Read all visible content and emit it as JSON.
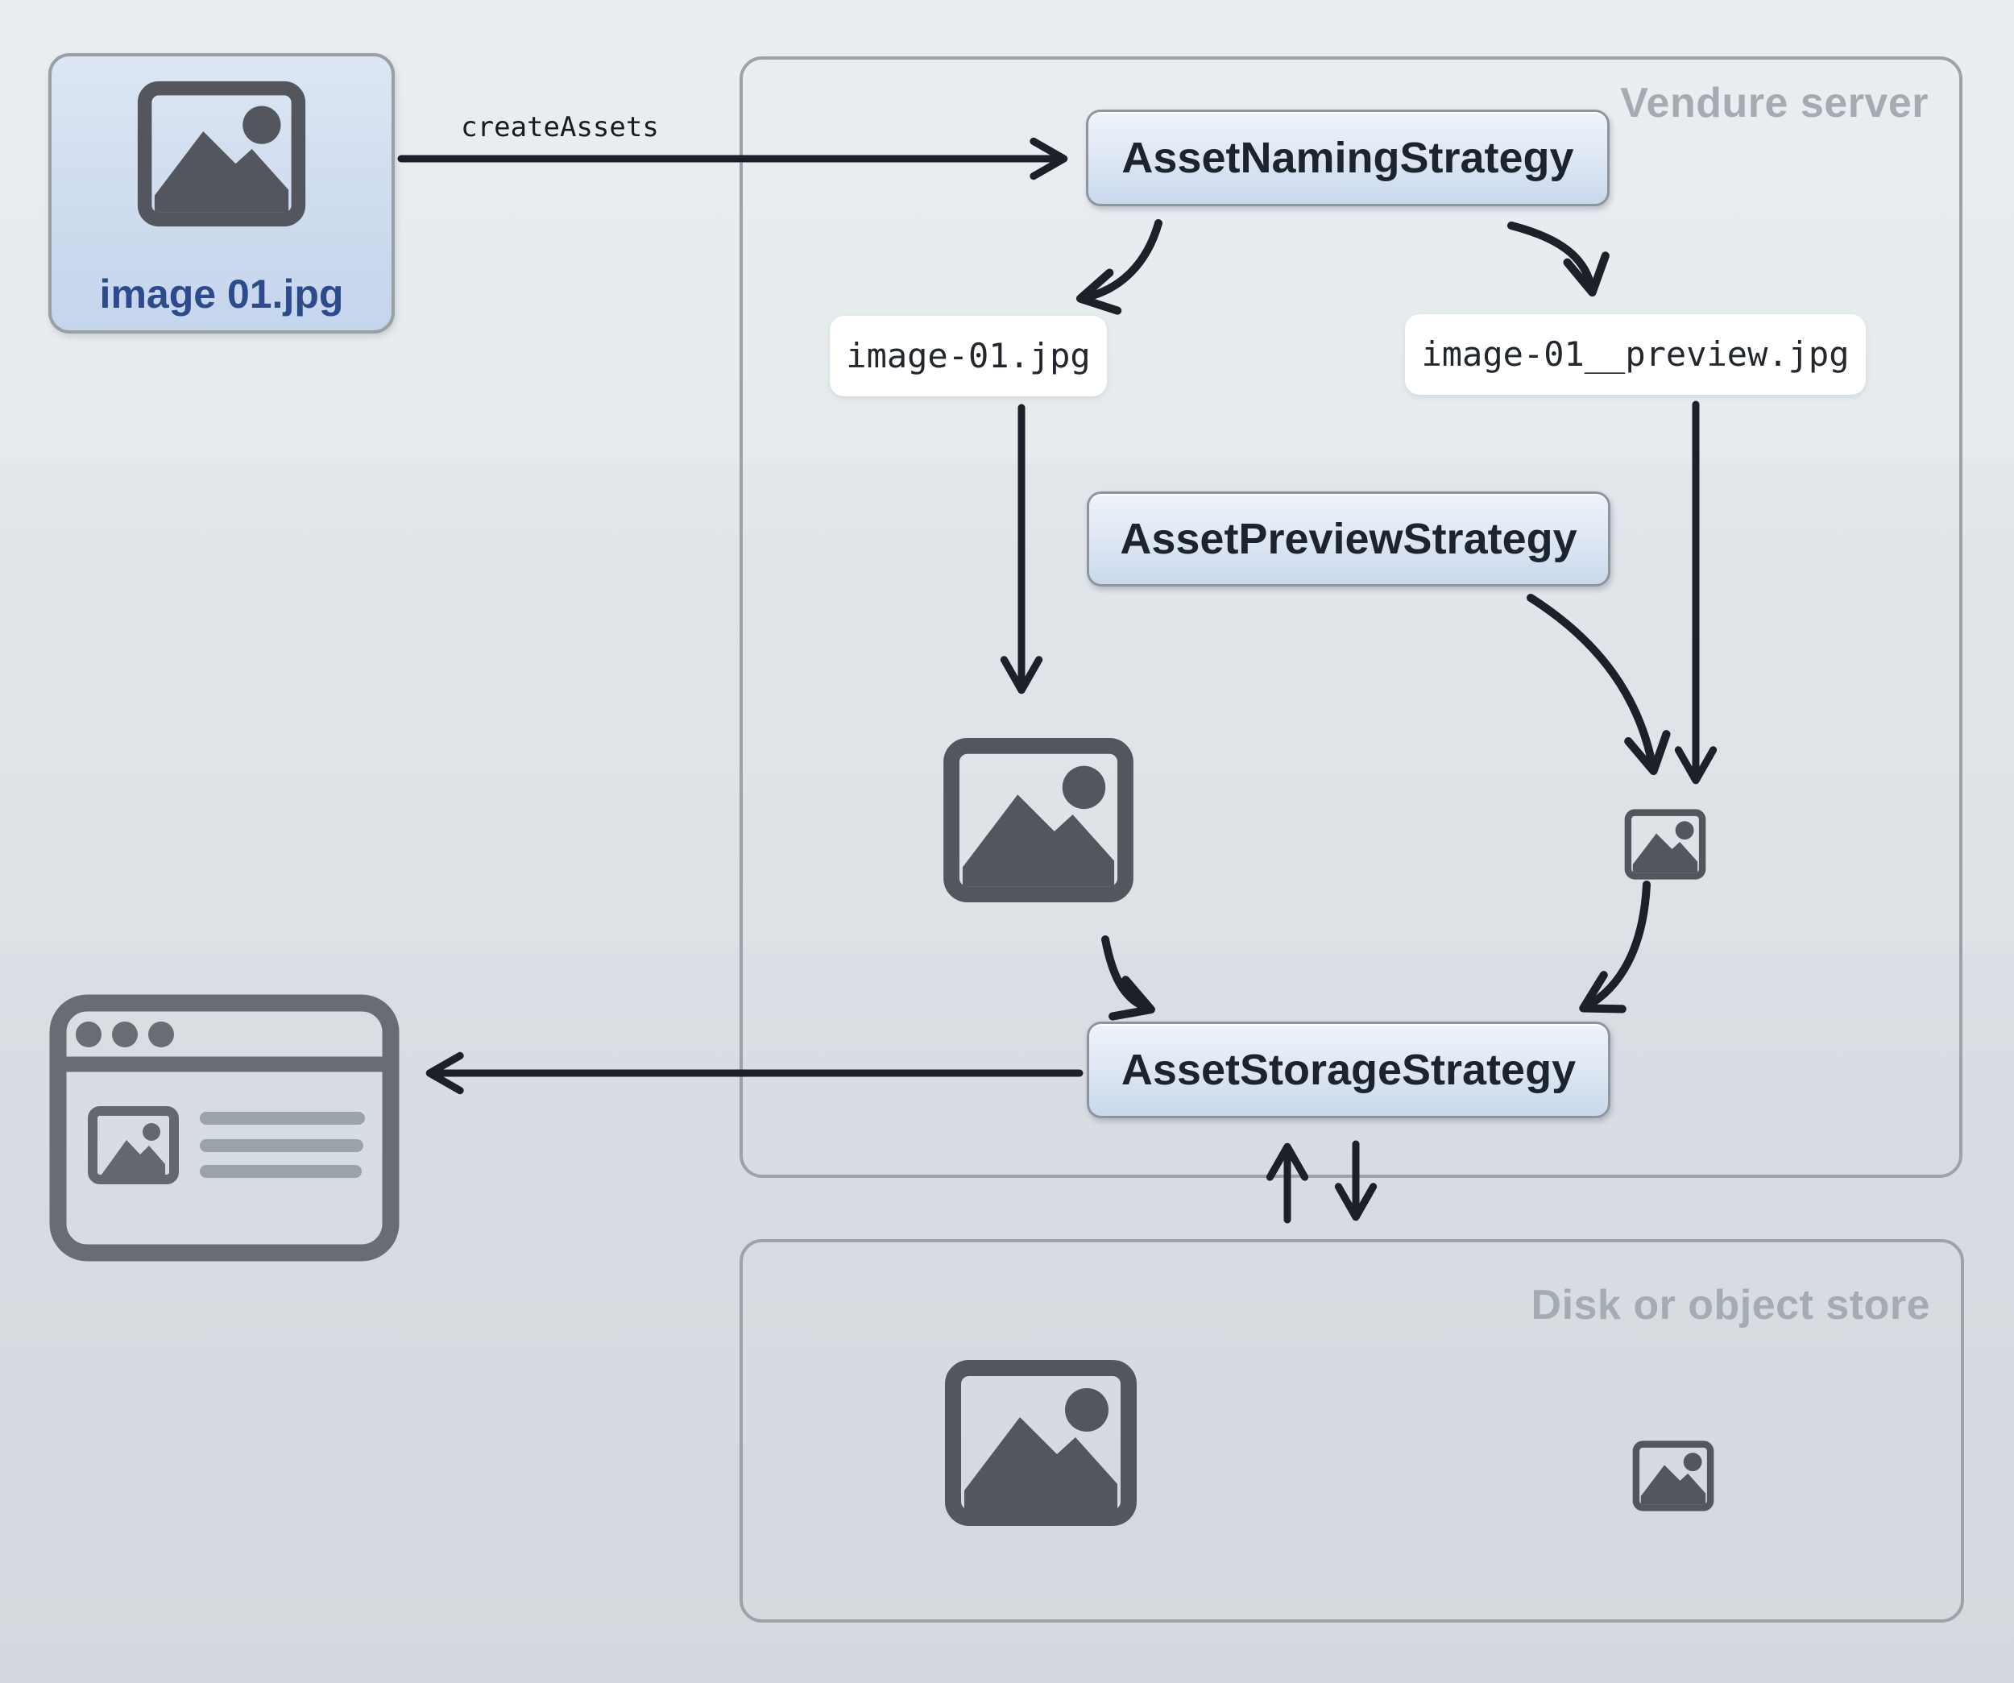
{
  "uploaded_file": {
    "label": "image 01.jpg"
  },
  "flow": {
    "create_assets_label": "createAssets"
  },
  "vendure_server": {
    "title": "Vendure server",
    "naming_strategy_label": "AssetNamingStrategy",
    "preview_strategy_label": "AssetPreviewStrategy",
    "storage_strategy_label": "AssetStorageStrategy",
    "file_original": "image-01.jpg",
    "file_preview": "image-01__preview.jpg"
  },
  "disk_store": {
    "title": "Disk or object store"
  },
  "icons": {
    "uploaded_image": "image-icon",
    "server_original": "image-icon",
    "server_preview": "image-preview-icon",
    "disk_original": "image-icon",
    "disk_preview": "image-preview-icon",
    "browser": "browser-window-icon"
  },
  "colors": {
    "background_top": "#eaeef1",
    "background_bottom": "#d3d9de",
    "card_blue_top": "#dce6f4",
    "card_blue_bottom": "#c5d5ec",
    "card_border": "#8e959e",
    "container_border": "#9ba2a8",
    "container_title": "#a5abb3",
    "strategy_text": "#1e242e",
    "file_name_text": "#22262d",
    "uploaded_file_text": "#2b4b8c",
    "arrow": "#1b2029",
    "icon_gray": "#53575d",
    "browser_gray": "#686d74"
  }
}
